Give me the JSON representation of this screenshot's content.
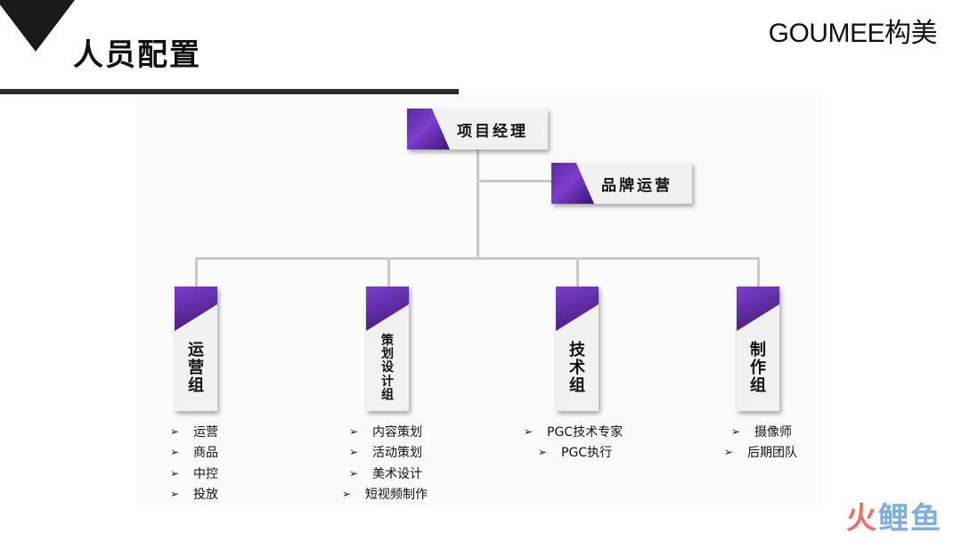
{
  "header": {
    "title": "人员配置",
    "brand": "GOUMEE构美"
  },
  "org": {
    "root": "项目经理",
    "branch": "品牌运营",
    "groups": [
      {
        "name": "运营组",
        "chars": [
          "运",
          "营",
          "组"
        ],
        "items": [
          "运营",
          "商品",
          "中控",
          "投放"
        ]
      },
      {
        "name": "策划设计组",
        "chars": [
          "策",
          "划",
          "设",
          "计",
          "组"
        ],
        "items": [
          "内容策划",
          "活动策划",
          "美术设计",
          "短视频制作"
        ]
      },
      {
        "name": "技术组",
        "chars": [
          "技",
          "术",
          "组"
        ],
        "items": [
          "PGC技术专家",
          "PGC执行"
        ]
      },
      {
        "name": "制作组",
        "chars": [
          "制",
          "作",
          "组"
        ],
        "items": [
          "摄像师",
          "后期团队"
        ]
      }
    ],
    "bullet": "➢"
  },
  "watermark": {
    "part1": "火",
    "part2": "鲤鱼"
  },
  "colors": {
    "accent": "#6a2fb8",
    "line": "#c9c9c9",
    "rule": "#2e2e2e"
  }
}
